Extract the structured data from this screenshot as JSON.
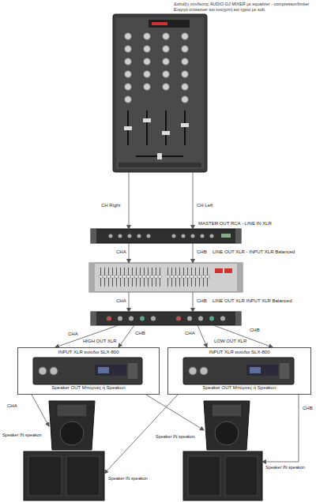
{
  "diagram": {
    "title": "Διάταξη σύνδεσης AUDIO-DJ MIXER με equalizer - compressor/limiter Ενεργό crossover και ενισχυτή και ηχεία με sub.",
    "nodes": [
      {
        "text": [
          "INPUT XLR εισόδοι SLX-800",
          "Speaker OUT Μπόρνες ή Speakon"
        ]
      },
      {
        "text": [
          "INPUT XLR εισόδοι SLX-800",
          "Speaker OUT Μπόρνες ή Speakon"
        ]
      }
    ],
    "labels": [
      "CH Right",
      "CH Left",
      "MASTER OUT RCA - LINE IN XLR",
      "CHA",
      "CHB",
      "LINE OUT XLR - INPUT XLR Balanced",
      "CHA",
      "CHB",
      "LINE OUT XLR INPUT XLR Balanced",
      "CHA",
      "HIGH OUT XLR",
      "CHB",
      "CHA",
      "LOW OUT XLR",
      "CHB",
      "CHA",
      "CHB",
      "Speaker IN speakon",
      "Speaker IN speakon",
      "Speaker IN speakon",
      "Speaker IN speakon"
    ]
  }
}
